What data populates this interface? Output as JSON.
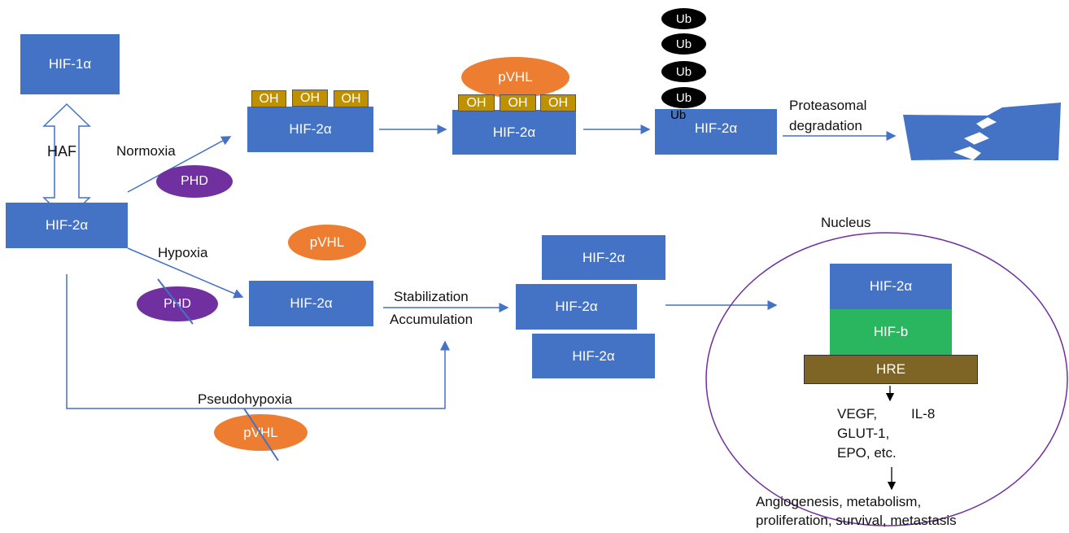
{
  "figure": {
    "hif1a": "HIF-1α",
    "hif2a": "HIF-2α",
    "haf": "HAF",
    "normoxia": "Normoxia",
    "hypoxia": "Hypoxia",
    "pseudohypoxia": "Pseudohypoxia",
    "phd": "PHD",
    "pvhl": "pVHL",
    "oh": "OH",
    "ub": "Ub",
    "proteasomal_degradation": [
      "Proteasomal",
      "degradation"
    ],
    "stabilization": "Stabilization",
    "accumulation": "Accumulation",
    "nucleus": "Nucleus",
    "hif_b": "HIF-b",
    "hre": "HRE",
    "target_genes": [
      "VEGF,",
      "GLUT-1,",
      "EPO, etc."
    ],
    "il8": "IL-8",
    "outcomes": [
      "Angiogenesis, metabolism,",
      "proliferation, survival, metastasis"
    ]
  },
  "colors": {
    "hif_blue": "#4472c4",
    "phd_purple": "#7030a0",
    "pvhl_orange": "#ed7d31",
    "oh_gold": "#bf9000",
    "hif_b_green": "#2ab55f",
    "hre_olive": "#7f6525",
    "nucleus_outline": "#7030a0",
    "ub_black": "#000000"
  }
}
